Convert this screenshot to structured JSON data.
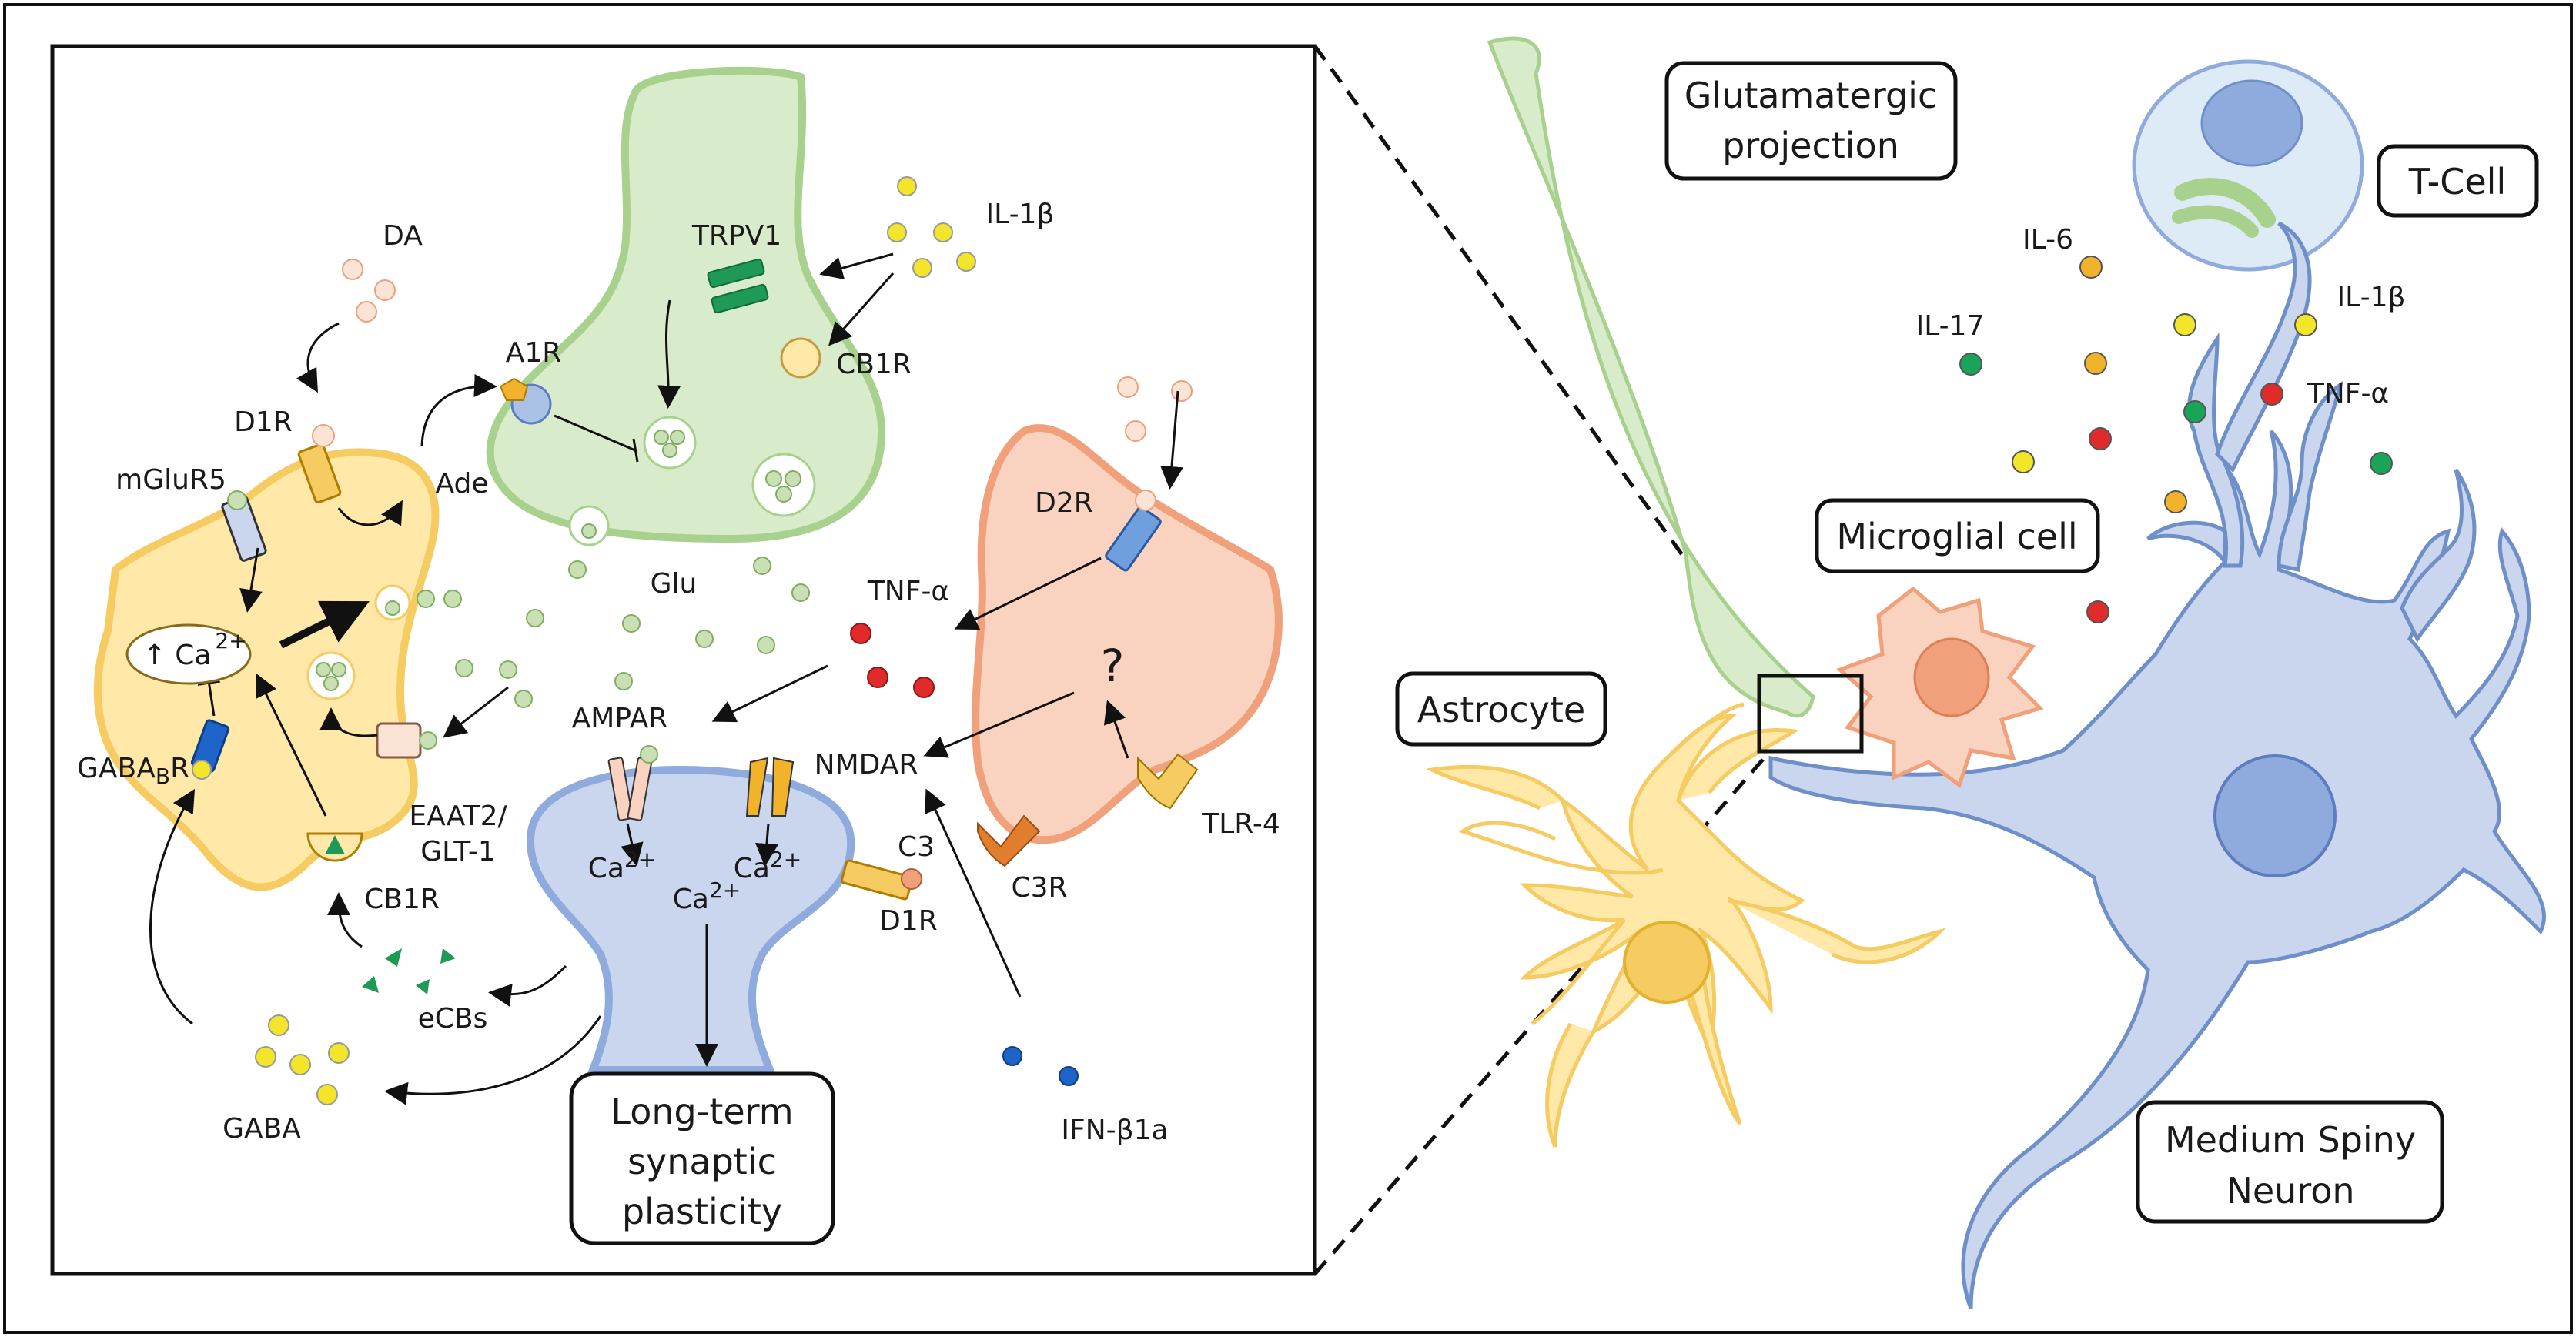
{
  "colors": {
    "astrocyte_fill": "#FFE8A8",
    "astrocyte_stroke": "#F5CB62",
    "presynaptic_fill": "#D8ECCB",
    "presynaptic_stroke": "#A9D18E",
    "microglia_fill": "#F9D3BF",
    "microglia_stroke": "#F0A07A",
    "postsynaptic_fill": "#C9D6EE",
    "postsynaptic_stroke": "#8FAADC",
    "il6_dot": "#F2B22B",
    "il1b_dot": "#F3E52A",
    "il17_dot": "#19A558",
    "tnfa_dot": "#E12B2B",
    "ifn_dot": "#1E64C8",
    "ecb_triangle": "#1E9A55"
  },
  "right_panel": {
    "glutamatergic_projection": [
      "Glutamatergic",
      "projection"
    ],
    "t_cell": "T-Cell",
    "il6": "IL-6",
    "il1b": "IL-1β",
    "il17": "IL-17",
    "tnfa": "TNF-α",
    "microglial_cell": "Microglial cell",
    "astrocyte": "Astrocyte",
    "medium_spiny_neuron": [
      "Medium Spiny",
      "Neuron"
    ]
  },
  "left_panel": {
    "da": "DA",
    "d1r_astro": "D1R",
    "mglur5": "mGluR5",
    "ade": "Ade",
    "a1r": "A1R",
    "trpv1": "TRPV1",
    "il1b": "IL-1β",
    "cb1r_pre": "CB1R",
    "ca_astro": "↑ Ca",
    "ca_astro_sup": "2+",
    "glu": "Glu",
    "d2r": "D2R",
    "tnfa": "TNF-α",
    "question": "?",
    "gababr_main": "GABA",
    "gababr_sub": "B",
    "gababr_tail": "R",
    "eaat2": [
      "EAAT2/",
      "GLT-1"
    ],
    "ampar": "AMPAR",
    "nmdar": "NMDAR",
    "tlr4": "TLR-4",
    "c3r": "C3R",
    "c3": "C3",
    "d1r_post": "D1R",
    "ca_post_1": "Ca",
    "ca_post_2": "Ca",
    "ca_post_3": "Ca",
    "ca_post_sup": "2+",
    "cb1r_astro": "CB1R",
    "ecbs": "eCBs",
    "gaba": "GABA",
    "ltp": [
      "Long-term",
      "synaptic",
      "plasticity"
    ],
    "ifn": "IFN-β1a"
  }
}
